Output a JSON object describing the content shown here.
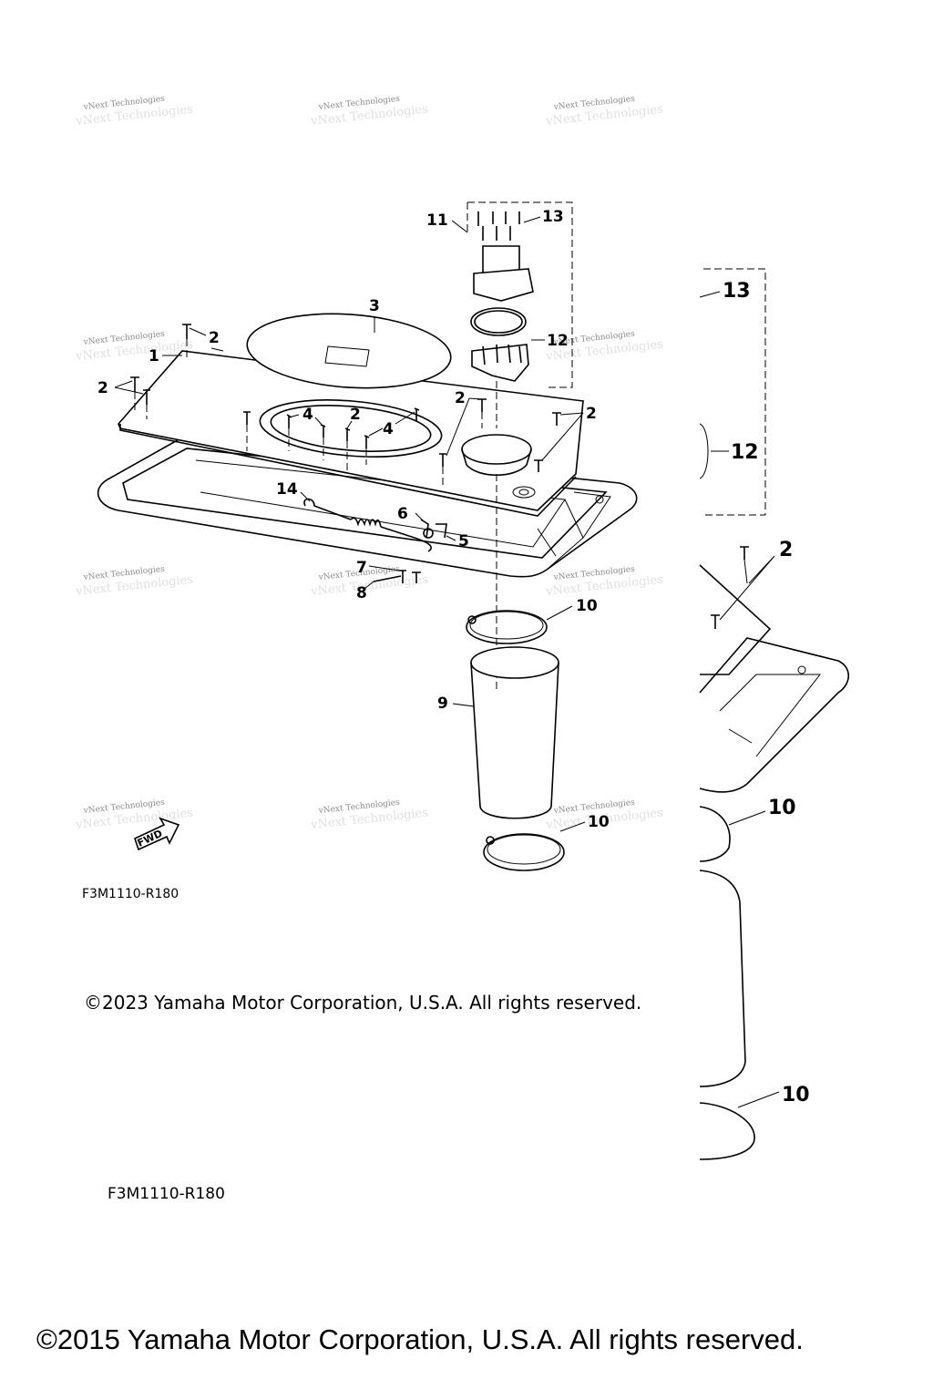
{
  "callouts": {
    "c1": "1",
    "c2a": "2",
    "c2b": "2",
    "c2c": "2",
    "c2d": "2",
    "c2e": "2",
    "c3": "3",
    "c4a": "4",
    "c4b": "4",
    "c5": "5",
    "c6": "6",
    "c7": "7",
    "c8": "8",
    "c9": "9",
    "c10a": "10",
    "c10b": "10",
    "c11": "11",
    "c12": "12",
    "c13": "13",
    "c14": "14",
    "r13": "13",
    "r12": "12",
    "r2": "2",
    "r10a": "10",
    "r10b": "10"
  },
  "fwd_label": "FWD",
  "watermark": "vNext Technologies",
  "part_code_1": "F3M1110-R180",
  "part_code_2": "F3M1110-R180",
  "copyright_2023": "©2023 Yamaha Motor Corporation, U.S.A. All rights reserved.",
  "copyright_2015": "©2015 Yamaha Motor Corporation, U.S.A. All rights reserved."
}
